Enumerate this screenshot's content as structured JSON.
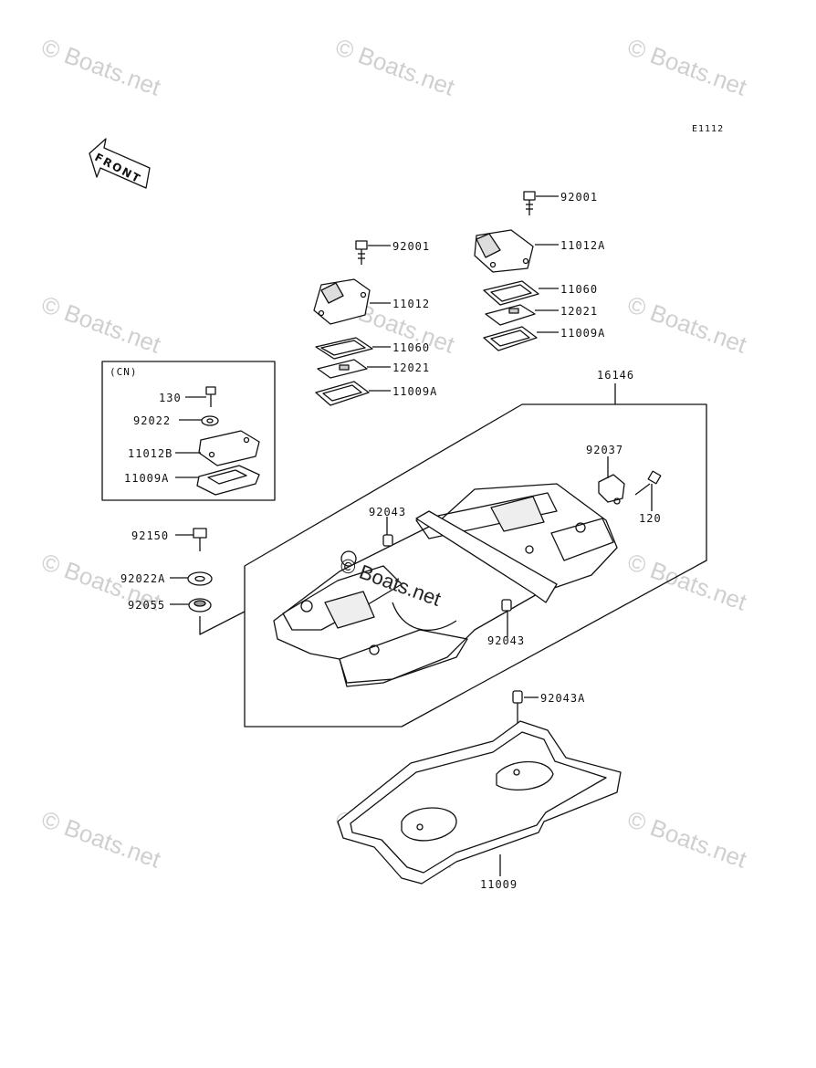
{
  "watermark": {
    "text": "© Boats.net"
  },
  "diagram": {
    "code": "E1112",
    "front_label": "FRONT",
    "cn_box_label": "(CN)",
    "center_overlay_text": "© Boats.net",
    "parts": {
      "p92001_left": "92001",
      "p92001_right": "92001",
      "p11012": "11012",
      "p11012A": "11012A",
      "p11060_left": "11060",
      "p11060_right": "11060",
      "p12021_left": "12021",
      "p12021_right": "12021",
      "p11009A_left": "11009A",
      "p11009A_right": "11009A",
      "p16146": "16146",
      "p130": "130",
      "p92022": "92022",
      "p11012B": "11012B",
      "p11009A_cn": "11009A",
      "p92150": "92150",
      "p92022A": "92022A",
      "p92055": "92055",
      "p92037": "92037",
      "p120": "120",
      "p92043_top": "92043",
      "p92043_bottom": "92043",
      "p92043A": "92043A",
      "p11009": "11009"
    }
  }
}
